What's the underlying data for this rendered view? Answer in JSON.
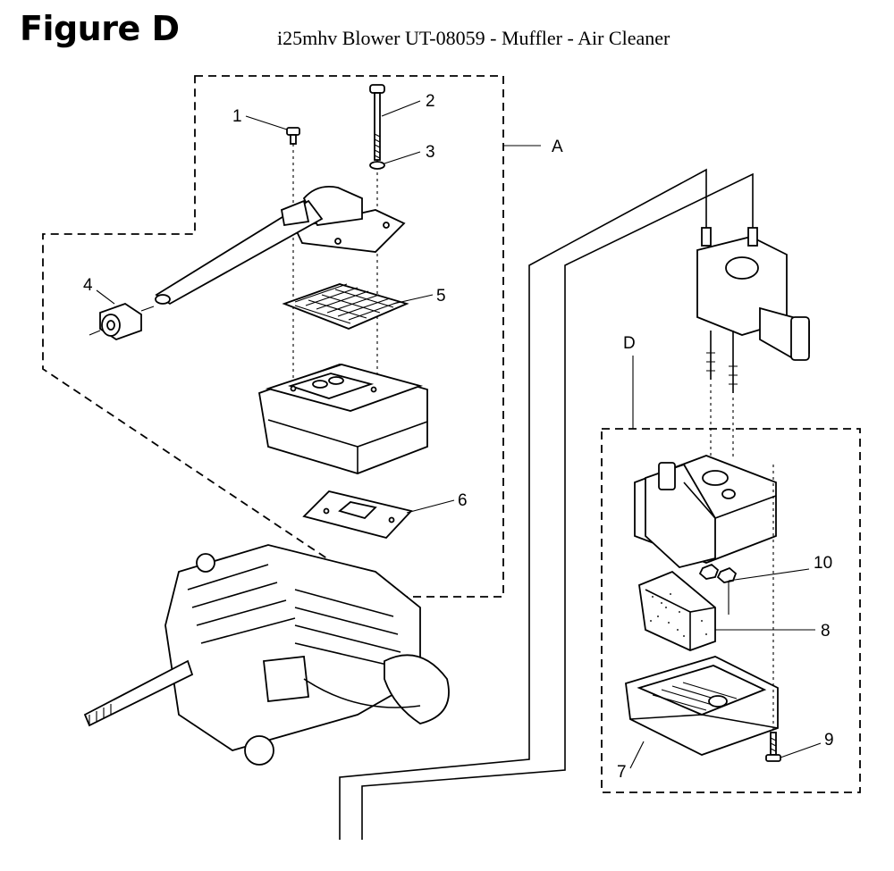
{
  "figure_label": "Figure D",
  "title": "i25mhv Blower UT-08059 - Muffler - Air Cleaner",
  "assembly_labels": {
    "a": "A",
    "d": "D"
  },
  "callouts": {
    "c1": "1",
    "c2": "2",
    "c3": "3",
    "c4": "4",
    "c5": "5",
    "c6": "6",
    "c7": "7",
    "c8": "8",
    "c9": "9",
    "c10": "10"
  }
}
